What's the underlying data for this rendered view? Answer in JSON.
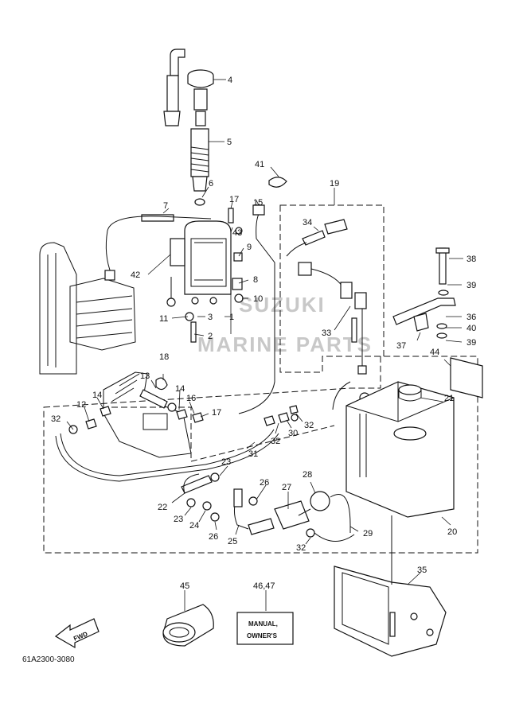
{
  "diagram": {
    "code": "61A2300-3080",
    "watermark_line1": "SUZUKI",
    "watermark_line2": "MARINE PARTS",
    "manual_line1": "MANUAL,",
    "manual_line2": "OWNER'S",
    "fwd": "FWD"
  },
  "callouts": {
    "c1": "1",
    "c2": "2",
    "c3": "3",
    "c4": "4",
    "c5": "5",
    "c6": "6",
    "c7": "7",
    "c8": "8",
    "c9": "9",
    "c10": "10",
    "c11": "11",
    "c12": "12",
    "c13": "13",
    "c14a": "14",
    "c14b": "14",
    "c15": "15",
    "c16": "16",
    "c17a": "17",
    "c17b": "17",
    "c18": "18",
    "c19": "19",
    "c20": "20",
    "c21": "21",
    "c22": "22",
    "c23a": "23",
    "c23b": "23",
    "c24": "24",
    "c25": "25",
    "c26a": "26",
    "c26b": "26",
    "c27": "27",
    "c28": "28",
    "c29": "29",
    "c30": "30",
    "c31": "31",
    "c32a": "32",
    "c32b": "32",
    "c32c": "32",
    "c32d": "32",
    "c33": "33",
    "c34": "34",
    "c35": "35",
    "c36": "36",
    "c37": "37",
    "c38": "38",
    "c39a": "39",
    "c39b": "39",
    "c40": "40",
    "c41": "41",
    "c42": "42",
    "c43": "43",
    "c44": "44",
    "c45": "45",
    "c4647": "46,47"
  }
}
